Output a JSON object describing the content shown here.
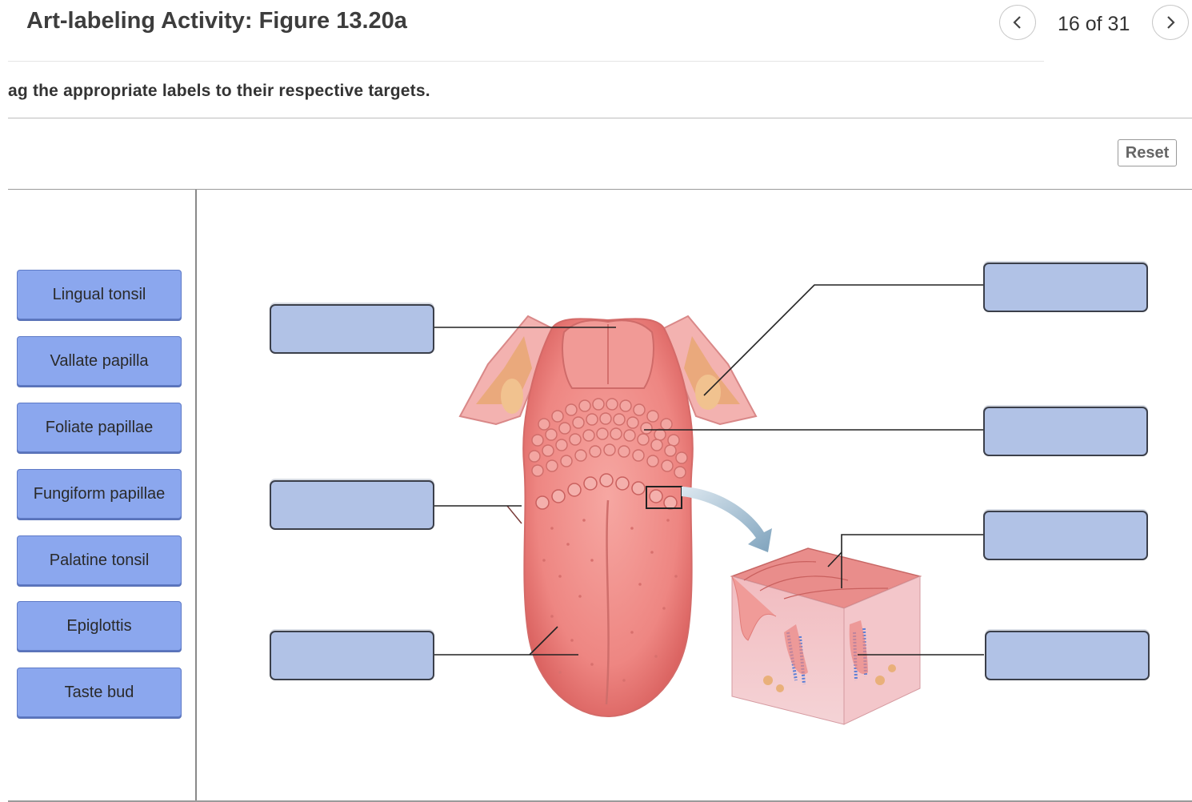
{
  "header": {
    "title": "Art-labeling Activity: Figure 13.20a",
    "counter": "16 of 31"
  },
  "instructions": "ag the appropriate labels to their respective targets.",
  "reset_label": "Reset",
  "labels": [
    "Lingual tonsil",
    "Vallate papilla",
    "Foliate papillae",
    "Fungiform papillae",
    "Palatine tonsil",
    "Epiglottis",
    "Taste bud"
  ],
  "colors": {
    "label_chip": "#8ba7ee",
    "drop_target": "#b1c2e6",
    "tongue": "#ef8a85"
  }
}
